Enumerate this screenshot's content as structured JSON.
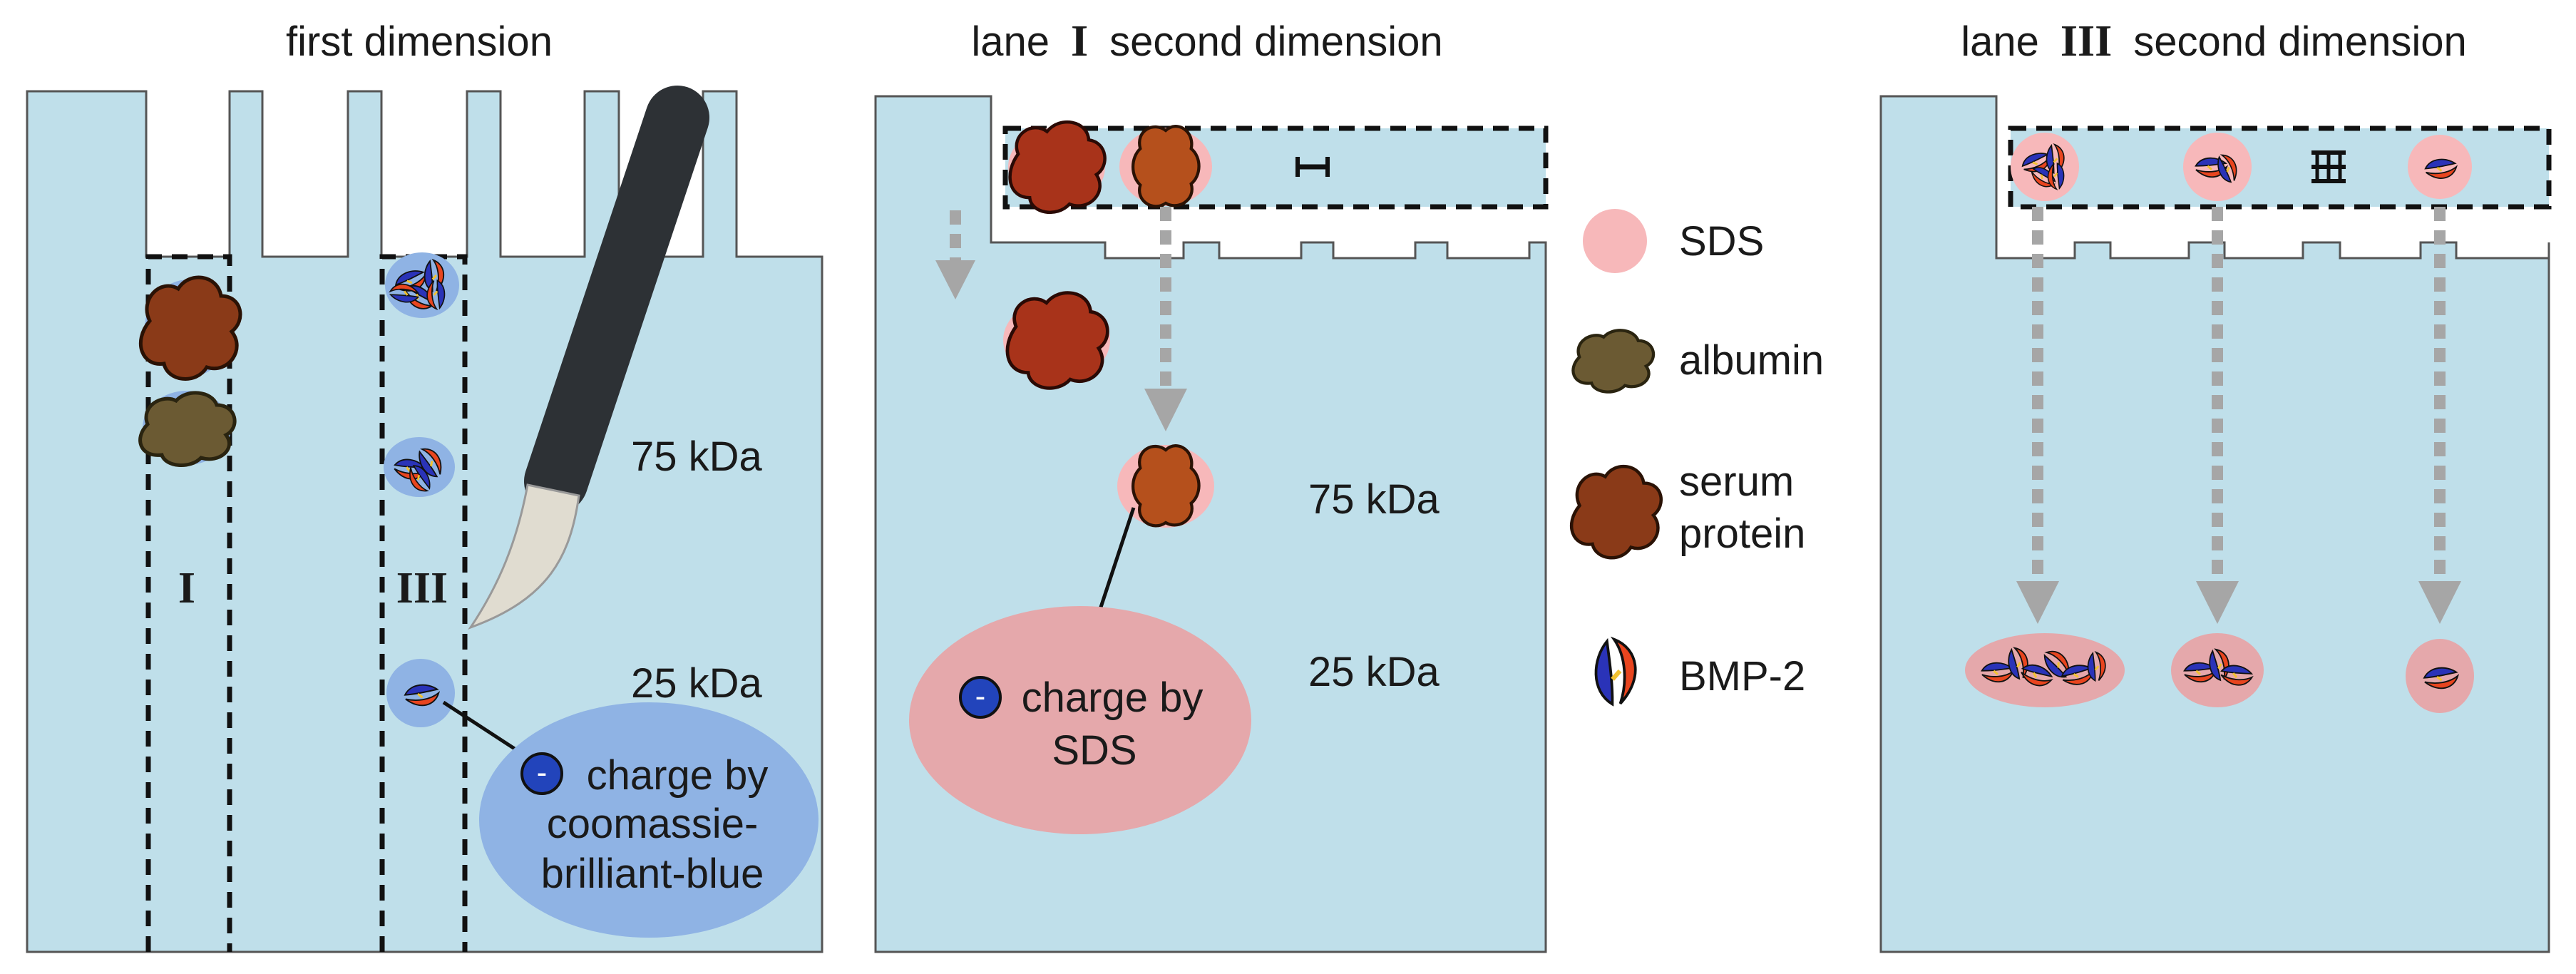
{
  "panels": {
    "first": {
      "title": "first dimension",
      "lane_a": "I",
      "lane_b": "III"
    },
    "second_I": {
      "title_prefix": "lane",
      "roman": "I",
      "title_suffix": "second dimension",
      "strip_label": "I"
    },
    "second_III": {
      "title_prefix": "lane",
      "roman": "III",
      "title_suffix": "second dimension",
      "strip_label": "III"
    }
  },
  "markers": {
    "kda75": "75 kDa",
    "kda25": "25 kDa"
  },
  "callouts": {
    "coomassie": {
      "minus": "-",
      "line1": "charge by",
      "line2": "coomassie-",
      "line3": "brilliant-blue"
    },
    "sds": {
      "minus": "-",
      "line1": "charge by",
      "line2": "SDS"
    }
  },
  "legend": {
    "sds": "SDS",
    "albumin": "albumin",
    "serum_line1": "serum",
    "serum_line2": "protein",
    "bmp2": "BMP-2"
  },
  "colors": {
    "gel": "#bfdfea",
    "sds_halo": "#f7b8ba",
    "coomassie_halo": "#8fb3e4",
    "albumin": "#6b5a33",
    "serum_protein": "#a8461f",
    "bmp2_red": "#e8451f",
    "bmp2_blue": "#2a33b8"
  }
}
